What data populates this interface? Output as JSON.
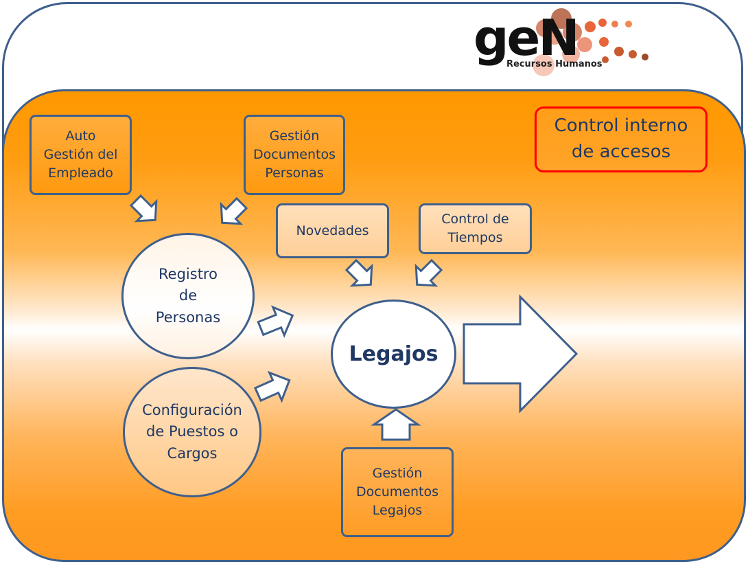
{
  "logo": {
    "word": "geN",
    "subtitle": "Recursos Humanos"
  },
  "control_box": "Control interno\nde accesos",
  "boxes": {
    "auto_gestion": "Auto\nGestión del\nEmpleado",
    "gestion_personas": "Gestión\nDocumentos\nPersonas",
    "novedades": "Novedades",
    "control_tiempos": "Control de\nTiempos",
    "gestion_legajos": "Gestión\nDocumentos\nLegajos"
  },
  "circles": {
    "registro": "Registro\nde\nPersonas",
    "configuracion": "Configuración\nde Puestos o\nCargos",
    "legajos": "Legajos"
  },
  "colors": {
    "border": "#3f5f8c",
    "accent": "#ff9800",
    "text": "#1f3864",
    "highlight": "#ff0000"
  }
}
